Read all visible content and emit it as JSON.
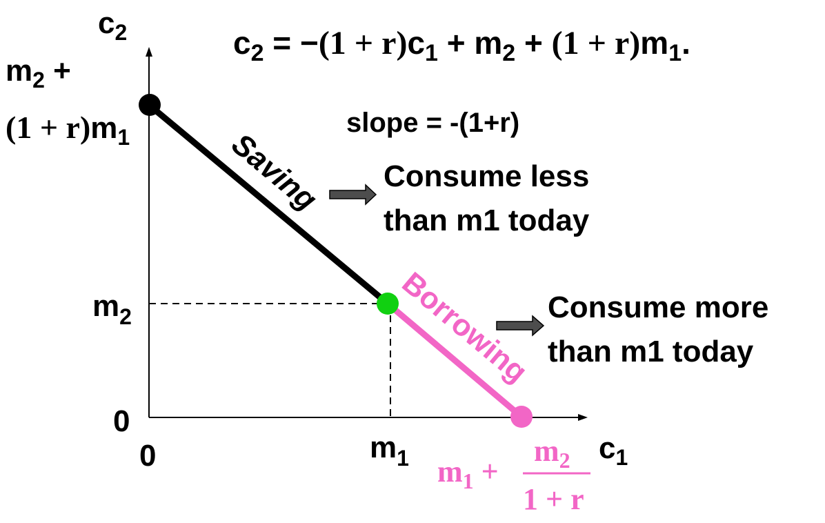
{
  "equation": {
    "lhs": "c",
    "lhs_sub": "2",
    "eq": " = −",
    "p1": "(1 + r)",
    "c": "c",
    "c_sub": "1",
    "plus1": " + ",
    "m": "m",
    "m_sub": "2",
    "plus2": " + ",
    "p2": "(1 + r)",
    "m2": "m",
    "m2_sub": "1",
    "end": "."
  },
  "slope_label": "slope = -(1+r)",
  "axes": {
    "y_label": "c",
    "y_label_sub": "2",
    "x_label": "c",
    "x_label_sub": "1",
    "origin_y": "0",
    "origin_x": "0"
  },
  "ticks": {
    "y_top_line1": "m",
    "y_top_line1_sub": "2",
    "y_top_line1_plus": " +",
    "y_top_line2_paren": "(1 + r)",
    "y_top_line2_m": "m",
    "y_top_line2_sub": "1",
    "y_mid": "m",
    "y_mid_sub": "2",
    "x_mid": "m",
    "x_mid_sub": "1",
    "x_end_m": "m",
    "x_end_sub": "1",
    "x_end_plus": " +",
    "x_end_num": "m",
    "x_end_num_sub": "2",
    "x_end_den": "1 + r"
  },
  "segments": {
    "saving": "Saving",
    "borrowing": "Borrowing"
  },
  "notes": {
    "saving_line1": "Consume less",
    "saving_line2": "than m1 today",
    "borrowing_line1": "Consume more",
    "borrowing_line2": "than m1 today"
  },
  "colors": {
    "black": "#000000",
    "pink": "#f266c6",
    "green": "#11d011",
    "arrow_fill": "#4d4d4d"
  }
}
